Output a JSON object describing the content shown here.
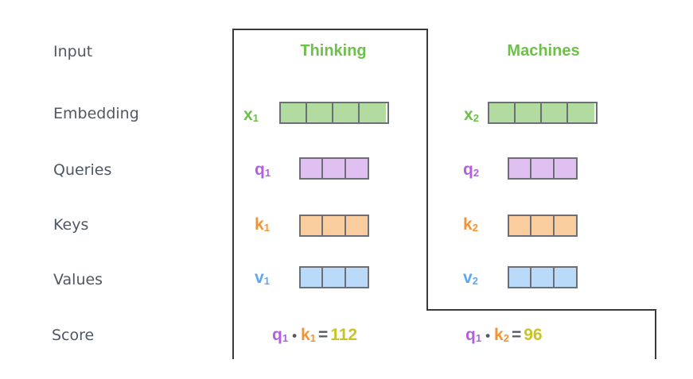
{
  "row_labels": {
    "input": "Input",
    "embedding": "Embedding",
    "queries": "Queries",
    "keys": "Keys",
    "values": "Values",
    "score": "Score"
  },
  "words": [
    {
      "word": "Thinking",
      "x_sym": "x",
      "q_sym": "q",
      "k_sym": "k",
      "v_sym": "v",
      "index": "1"
    },
    {
      "word": "Machines",
      "x_sym": "x",
      "q_sym": "q",
      "k_sym": "k",
      "v_sym": "v",
      "index": "2"
    }
  ],
  "scores": [
    {
      "q": "q",
      "q_idx": "1",
      "dot": "•",
      "k": "k",
      "k_idx": "1",
      "eq": "=",
      "value": "112"
    },
    {
      "q": "q",
      "q_idx": "1",
      "dot": "•",
      "k": "k",
      "k_idx": "2",
      "eq": "=",
      "value": "96"
    }
  ],
  "vector_sizes": {
    "embedding": 4,
    "query": 3,
    "key": 3,
    "value": 3
  },
  "colors": {
    "word": "#6ec04a",
    "embedding": "#b2dc9f",
    "query": "#dfc0f0",
    "query_text": "#b25fe0",
    "key": "#f9cd9d",
    "key_text": "#f59232",
    "value": "#b9daf9",
    "value_text": "#5fa8f0",
    "score_value": "#c9c425",
    "label_text": "#4f5763"
  }
}
